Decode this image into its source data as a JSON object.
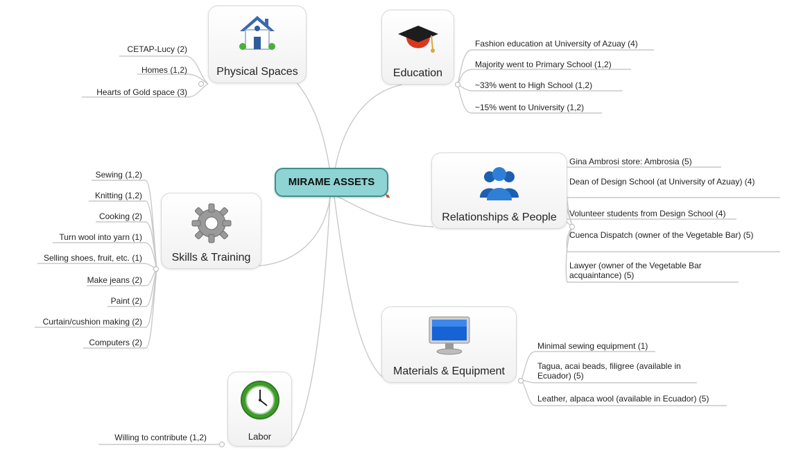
{
  "central": {
    "label": "MIRAME ASSETS"
  },
  "topics": {
    "physical_spaces": {
      "label": "Physical Spaces",
      "icon": "house-icon",
      "items": [
        "CETAP-Lucy (2)",
        "Homes (1,2)",
        "Hearts of Gold space (3)"
      ]
    },
    "education": {
      "label": "Education",
      "icon": "graduation-cap-icon",
      "items": [
        "Fashion education at University of Azuay (4)",
        "Majority went to Primary School (1,2)",
        "~33% went to High School (1,2)",
        "~15% went to University (1,2)"
      ]
    },
    "relationships": {
      "label": "Relationships & People",
      "icon": "people-icon",
      "items": [
        "Gina Ambrosi store: Ambrosia (5)",
        "Dean of Design School (at University of Azuay) (4)",
        "Volunteer students from Design School (4)",
        "Cuenca Dispatch (owner of the Vegetable Bar) (5)",
        "Lawyer (owner of the Vegetable Bar acquaintance) (5)"
      ]
    },
    "skills": {
      "label": "Skills & Training",
      "icon": "gear-icon",
      "items": [
        "Sewing (1,2)",
        "Knitting (1,2)",
        "Cooking (2)",
        "Turn wool into yarn (1)",
        "Selling shoes, fruit, etc. (1)",
        "Make jeans (2)",
        "Paint (2)",
        "Curtain/cushion making (2)",
        "Computers (2)"
      ]
    },
    "materials": {
      "label": "Materials & Equipment",
      "icon": "monitor-icon",
      "items": [
        "Minimal sewing equipment (1)",
        "Tagua, acai beads, filigree (available in Ecuador) (5)",
        "Leather, alpaca wool (available in Ecuador) (5)"
      ]
    },
    "labor": {
      "label": "Labor",
      "icon": "clock-icon",
      "items": [
        "Willing to contribute (1,2)"
      ]
    }
  },
  "colors": {
    "central_fill": "#8fd4d4",
    "central_border": "#3f8f8f",
    "branch_line": "#c8c8c8"
  }
}
